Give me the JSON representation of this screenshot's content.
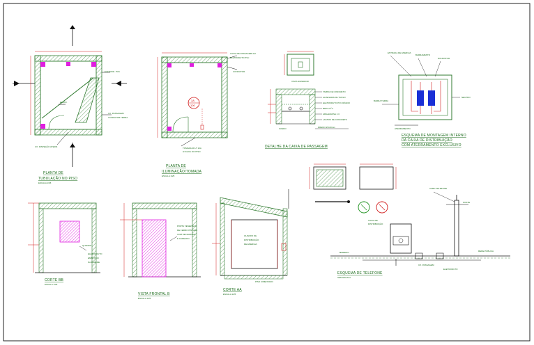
{
  "drawing": {
    "colors": {
      "wall": "#2f7a2f",
      "hatch": "#4a8f4a",
      "dim": "#d11a1a",
      "magenta": "#e01ee0",
      "blue": "#1a2fd6",
      "text": "#1a6b1a",
      "black": "#111111",
      "frame": "#222222"
    },
    "views": {
      "plan1": {
        "title": "PLANTA DE",
        "subtitle": "TUBULAÇÃO NO PISO",
        "scale": "ESCALA 1/25"
      },
      "plan2": {
        "title": "PLANTA DE",
        "subtitle": "ILUMINAÇÃO/TOMADA",
        "scale": "ESCALA 1/25",
        "fixture_top": "3A",
        "fixture_bottom": "100"
      },
      "cortes": {
        "title": "DETALHE DA CAIXA DE PASSAGEM",
        "box_label": "VISTA SUPERIOR"
      },
      "esquema_interno": {
        "line1": "ESQUEMA DE MONTAGEM INTERNO",
        "line2": "DA CAIXA DE DISTRIBUIÇÃO",
        "line3": "COM ATERRAMENTO EXCLUSIVO"
      },
      "corte_bb": {
        "title": "CORTE BB",
        "scale": "ESCALA 1/25"
      },
      "vista_frontal": {
        "title": "VISTA FRONTAL B",
        "scale": "ESCALA 1/25"
      },
      "corte_aa": {
        "title": "CORTE AA",
        "scale": "ESCALA 1/25"
      },
      "telefone": {
        "title": "ESQUEMA DE TELEFONE",
        "scale": "SEM ESCALA",
        "terreno": "TERRENO"
      }
    }
  }
}
